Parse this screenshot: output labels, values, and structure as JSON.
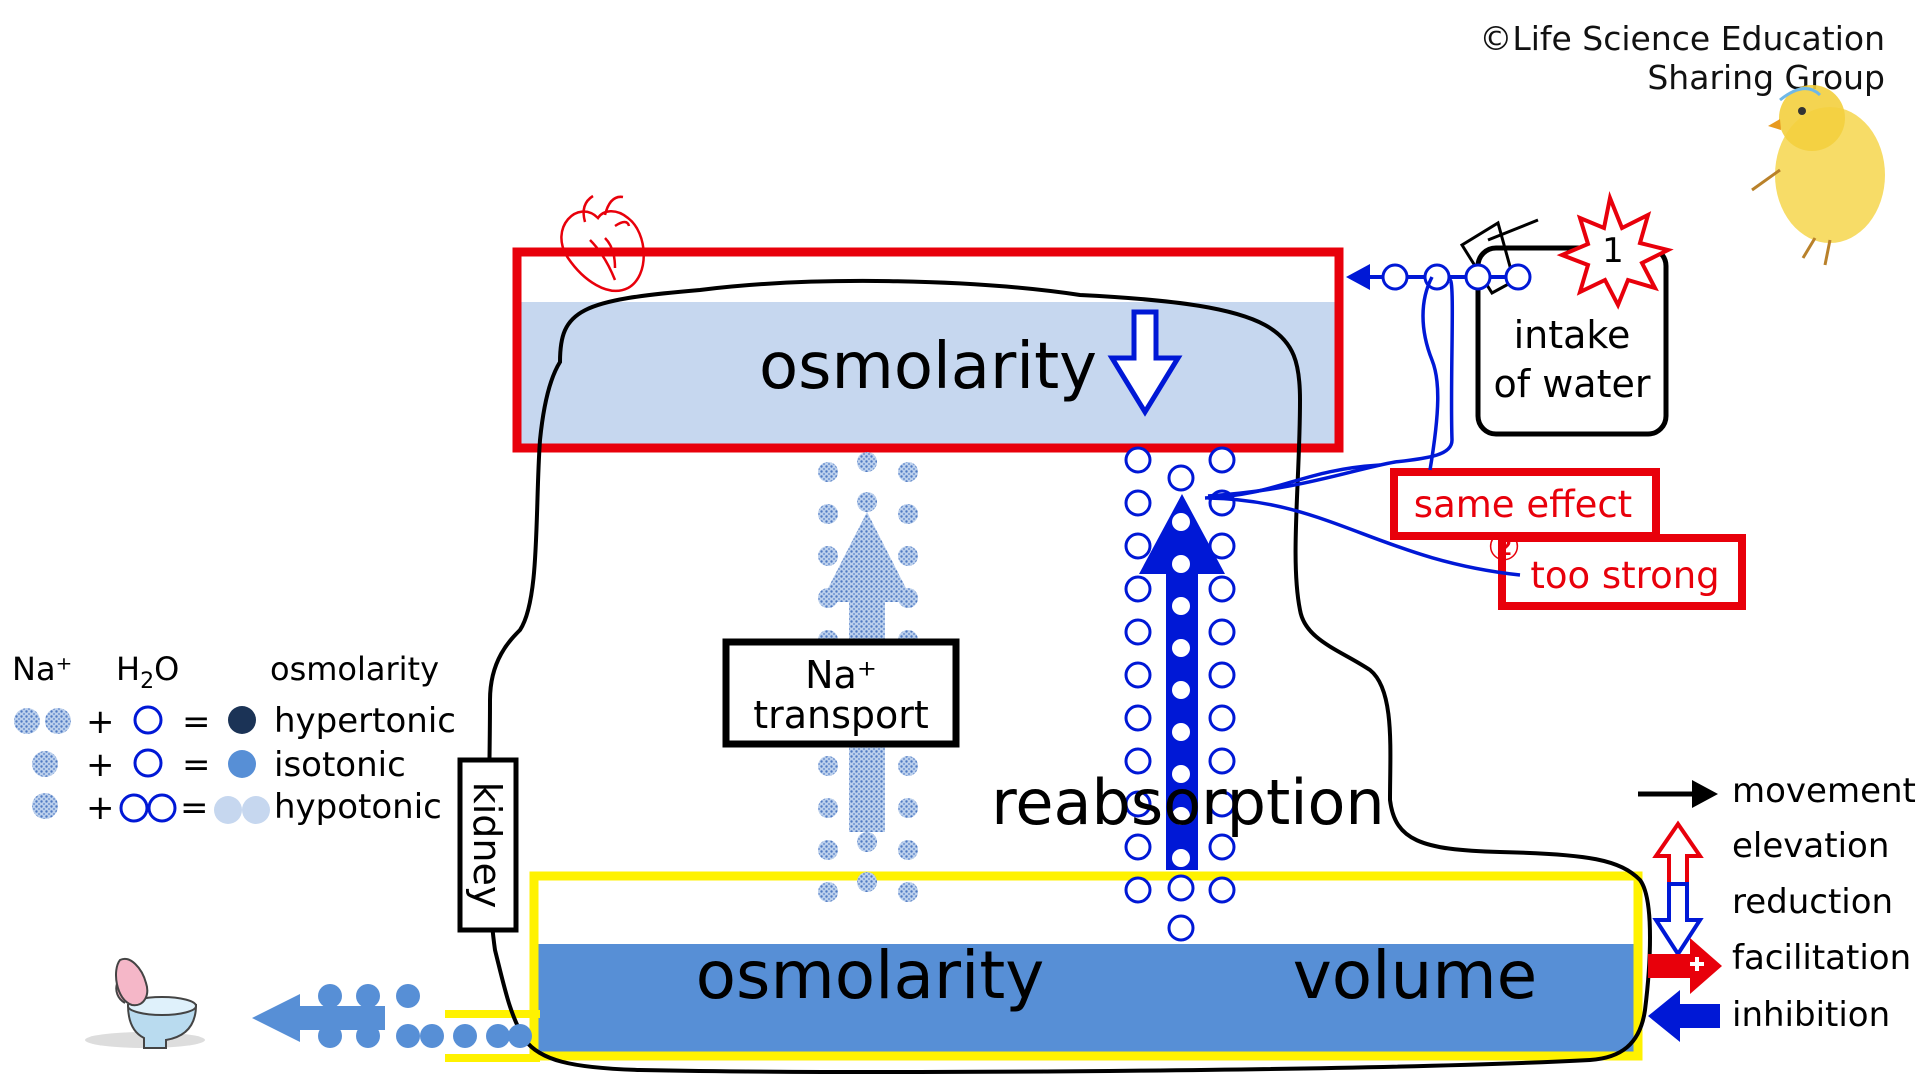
{
  "copyright": {
    "line1": "©Life Science Education",
    "line2": "Sharing Group"
  },
  "heart_box": {
    "label": "osmolarity"
  },
  "water_intake": {
    "badge": "1",
    "line1": "intake",
    "line2": "of water"
  },
  "effects": {
    "same_effect": "same effect",
    "badge": "②",
    "too_strong": "too strong"
  },
  "na_transport": {
    "line1": "Na⁺",
    "line2": "transport"
  },
  "reabsorption": "reabsorption",
  "kidney": "kidney",
  "blood_box": {
    "left_label": "osmolarity",
    "right_label": "volume"
  },
  "left_legend": {
    "headers": {
      "na": "Na⁺",
      "h2o_main": "H",
      "h2o_sub": "2",
      "h2o_end": "O",
      "osm": "osmolarity"
    },
    "rows": [
      {
        "plus": "+",
        "equals": "=",
        "label": "hypertonic"
      },
      {
        "plus": "+",
        "equals": "=",
        "label": "isotonic"
      },
      {
        "plus": "+",
        "equals": "=",
        "label": "hypotonic"
      }
    ]
  },
  "right_legend": [
    {
      "icon": "black-arrow-icon",
      "label": "movement"
    },
    {
      "icon": "red-outline-up-arrow-icon",
      "label": "elevation"
    },
    {
      "icon": "blue-outline-down-arrow-icon",
      "label": "reduction"
    },
    {
      "icon": "red-solid-right-arrow-with-plus-icon",
      "label": "facilitation"
    },
    {
      "icon": "blue-solid-left-arrow-icon",
      "label": "inhibition"
    }
  ],
  "colors": {
    "red": "#e8000b",
    "blue": "#0018d6",
    "yellow": "#fff200",
    "light_blue": "#c6d7ef",
    "mid_blue": "#578fd6",
    "dark_navy": "#1b3356",
    "dot_blue": "#8fb0e0"
  }
}
